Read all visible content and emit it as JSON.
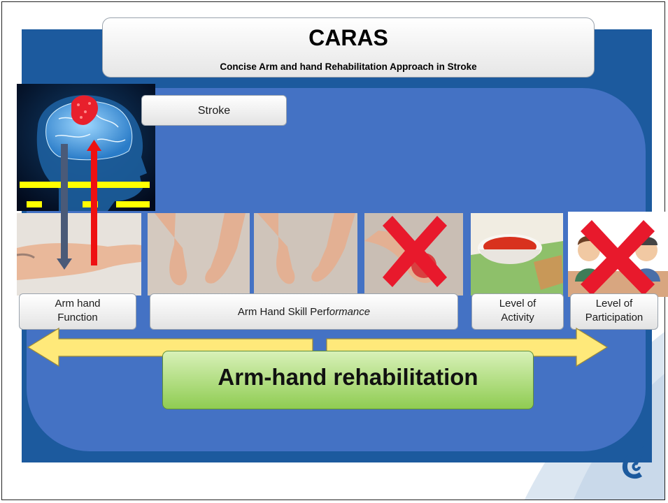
{
  "title": "CARAS",
  "subtitle": "Concise Arm and hand Rehabilitation Approach in Stroke",
  "stroke_label": "Stroke",
  "labels": {
    "arm_hand_function_1": "Arm hand",
    "arm_hand_function_2": "Function",
    "skill_performance_plain": "Arm Hand Skill Perf",
    "skill_performance_italic": "ormance",
    "activity_1": "Level of",
    "activity_2": "Activity",
    "participation_1": "Level of",
    "participation_2": "Participation"
  },
  "rehabilitation": "Arm-hand rehabilitation",
  "colors": {
    "panel_dark": "#1c5a9e",
    "panel": "#4472c4",
    "arrow_fill": "#ffe97a",
    "green": "#8fcc52",
    "cross": "#e8192c",
    "barrier": "#ffff00",
    "pathway_up": "#ee1111",
    "pathway_down": "#4a5a78"
  },
  "icons": [
    "brain-icon",
    "cross-icon",
    "logo-icon"
  ]
}
